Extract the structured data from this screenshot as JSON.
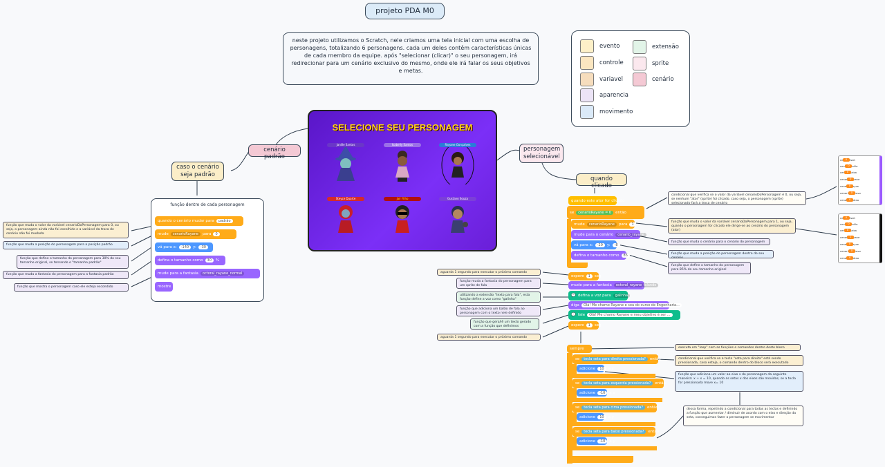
{
  "title": "projeto PDA M0",
  "description": "neste projeto utilizamos o Scratch, nele criamos uma tela inicial com uma escolha de personagens, totalizando 6 personagens. cada um deles contêm características únicas de cada membro da equipe. após \"selecionar (clicar)\" o seu personagem, irá redirecionar para um cenário exclusivo do mesmo, onde ele irá falar os seus objetivos e metas.",
  "legend": [
    {
      "label": "evento",
      "color": "#fdf0c8"
    },
    {
      "label": "controle",
      "color": "#fbe6c0"
    },
    {
      "label": "variavel",
      "color": "#f6ddbd"
    },
    {
      "label": "aparencia",
      "color": "#ece4f6"
    },
    {
      "label": "movimento",
      "color": "#dbeaf8"
    },
    {
      "label": "extensão",
      "color": "#e2f4e8"
    },
    {
      "label": "sprite",
      "color": "#fbe8ee"
    },
    {
      "label": "cenário",
      "color": "#f4c9d4"
    }
  ],
  "screen": {
    "title": "SELECIONE SEU PERSONAGEM",
    "characters": [
      "Janille Santos",
      "Isabelly Santos",
      "Rayane Gonçalves",
      "Steyce Duarte",
      "Jair Filho",
      "Gustavo Souza"
    ]
  },
  "nodes": {
    "cenario_padrao": "cenário padrão",
    "caso_cenario": "caso o cenário seja padrão",
    "personagem_selecionavel": "personagem selecionável",
    "quando_clicado": "quando clicado"
  },
  "left_group": {
    "title": "função dentro de cada personagem",
    "blocks": {
      "b1": "quando o cenário mudar para",
      "b1v": "padrão",
      "b2": "mude",
      "b2var": "cenarioRayane",
      "b2p": "para",
      "b2v": "0",
      "b3": "vá para x:",
      "b3x": "-140",
      "b3y": "y:",
      "b3yv": "-30",
      "b4": "defina o tamanho como",
      "b4v": "30",
      "b4p": "%",
      "b5": "mude para a fantasia",
      "b5v": "octoral_rayane_normal",
      "b6": "mostre"
    },
    "notes": [
      "função que muda o valor da variável cenarioDoPersonagem para 0, ou seja, o personagem ainda não foi escolhido e a variável da troca de cenário não foi mudada",
      "função que muda a posição do personagem para a posição padrão",
      "função que define o tamanho do personagem para 30% do seu tamanho original, se tornando o \"tamanho padrão\"",
      "função que muda a fantasia do personagem para a fantasia padrão",
      "função que mostra o personagem caso ele esteja escondido"
    ]
  },
  "right_click_blocks": {
    "b1": "quando este ator for clicado",
    "b2": "se",
    "b2a": "cenarioRayane",
    "b2b": "=",
    "b2c": "0",
    "b2d": "então",
    "b3": "mude",
    "b3a": "cenarioRayane",
    "b3b": "para",
    "b3c": "1",
    "b4": "mude para o cenário",
    "b4a": "cenario_rayane",
    "b5": "vá para x:",
    "b5a": "-29",
    "b5b": "y:",
    "b5c": "-8",
    "b6": "defina o tamanho como",
    "b6a": "85",
    "b6b": "%"
  },
  "right_notes": [
    "condicional que verifica se o valor da variável cenarioDoPersonagem é 0, ou seja, se nenhum \"ator\" (sprite) foi clicado. caso seja, o personagem (sprite) selecionado fará a troca de cenário",
    "função que muda o valor da variável cenarioDoPersonagem para 1, ou seja, quando o personagem for clicado ele dirige-se ao cenário do personagem (ator)",
    "função que muda o cenário para o cenário do personagem",
    "função que muda a posição do personagem dentro do seu cenário",
    "função que define o tamanho do personagem para 85% do seu tamanho original"
  ],
  "middle_blocks": {
    "b1": "espere",
    "b1a": "1",
    "b1b": "seg",
    "b2": "mude para a fantasia",
    "b2a": "octoral_rayane_falando",
    "b3": "defina a voz para",
    "b3a": "galinha",
    "b4": "diga",
    "b4a": "Olá! Me chamo Rayane e sou do curso de Engenharia...",
    "b5": "fale",
    "b5a": "Olá! Me chamo Rayane e meu objetivo é ser ...",
    "b6": "espere",
    "b6a": "1",
    "b6b": "seg"
  },
  "middle_notes": [
    "aguarda 1 segundo para executar o próximo comando",
    "função muda a fantasia do personagem para um sprite de fala",
    "utilizando a extensão \"texto para fala\", esta função define a voz como \"galinha\"",
    "função que adiciona um balão de fala ao personagem com o texto nele definido",
    "função que gera/lê um texto gerado com a função que definimos",
    "aguarda 1 segundo para executar o próximo comando"
  ],
  "loop_blocks": {
    "sempre": "sempre",
    "se": "se",
    "tecla_dir": "tecla",
    "dir": "seta para direita",
    "press": "pressionada?",
    "entao": "então",
    "ad": "adicione",
    "v1": "10",
    "a": "a x",
    "esq": "seta para esquerda",
    "vm": "-10",
    "cima": "seta para cima",
    "ay": "a y",
    "baixo": "seta para baixo"
  },
  "loop_notes": [
    "executa em \"loop\" com as funções e comandos dentro deste bloco",
    "condicional que verifica se a tecla \"seta para direita\" está sendo pressionada, caso esteja, o comando dentro do bloco será executado",
    "função que adiciona um valor ao eixo x do personagem da seguinte maneira: x + x = 10, quando as setas x dos eixos são movidas, se a tecla for pressionada move x= 10",
    "dessa forma, repetindo a condicional para todas as teclas e definindo a função que aumentar / diminuir de acordo com o eixo e direção da seta, conseguimos fazer o personagem se movimentar"
  ],
  "var_panels": [
    {
      "rows": [
        "cenarioIsah",
        "cenarioJanille",
        "cenarioLaisa",
        "cenarioRayane",
        "cenarioSteyce",
        "cenarioGustavo",
        "cenarioPedrao"
      ],
      "values": [
        "0",
        "0",
        "0",
        "0",
        "0",
        "0",
        "0"
      ]
    },
    {
      "rows": [
        "cenarioIsah",
        "cenarioJanille",
        "cenarioLaisa",
        "cenarioRayane",
        "cenarioSteyce",
        "cenarioGustavo",
        "cenarioPedrao"
      ],
      "values": [
        "0",
        "0",
        "0",
        "1",
        "0",
        "0",
        "0"
      ]
    }
  ]
}
